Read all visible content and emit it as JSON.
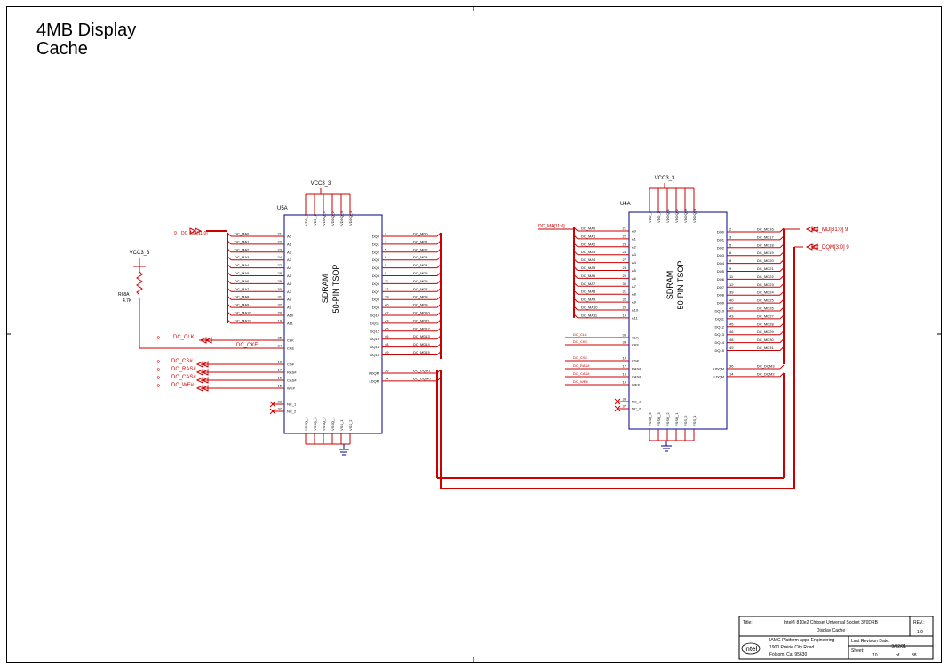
{
  "sheet_title": [
    "4MB Display",
    "Cache"
  ],
  "left_chip": {
    "ref": "U5A",
    "body_label": [
      "SDRAM",
      "50-PIN TSOP"
    ],
    "supply": "VCC3_3",
    "top_pins": [
      "VDD_1",
      "VDD_2",
      "VDDQ_1",
      "VDDQ_2",
      "VDDQ_3",
      "VDDQ_4"
    ],
    "bottom_pins": [
      "VSSQ_4",
      "VSSQ_3",
      "VSSQ_2",
      "VSSQ_1",
      "VSS_1",
      "VSS_2"
    ],
    "addr_bus": "DC_MA[11:0]",
    "addr_pins": [
      {
        "net": "DC_MA0",
        "num": "21",
        "pin": "A0"
      },
      {
        "net": "DC_MA1",
        "num": "22",
        "pin": "A1"
      },
      {
        "net": "DC_MA2",
        "num": "23",
        "pin": "A2"
      },
      {
        "net": "DC_MA3",
        "num": "24",
        "pin": "A3"
      },
      {
        "net": "DC_MA4",
        "num": "27",
        "pin": "A4"
      },
      {
        "net": "DC_MA5",
        "num": "28",
        "pin": "A5"
      },
      {
        "net": "DC_MA6",
        "num": "29",
        "pin": "A6"
      },
      {
        "net": "DC_MA7",
        "num": "30",
        "pin": "A7"
      },
      {
        "net": "DC_MA8",
        "num": "31",
        "pin": "A8"
      },
      {
        "net": "DC_MA9",
        "num": "32",
        "pin": "A9"
      },
      {
        "net": "DC_MA10",
        "num": "20",
        "pin": "A10"
      },
      {
        "net": "DC_MA11",
        "num": "19",
        "pin": "A11"
      }
    ],
    "clk_pins": [
      {
        "net": "DC_CLK",
        "num": "35",
        "pin": "CLK"
      },
      {
        "net": "DC_CKE",
        "num": "34",
        "pin": "CKE"
      }
    ],
    "ctrl_pins": [
      {
        "net": "DC_CS#",
        "num": "18",
        "pin": "CS#"
      },
      {
        "net": "DC_RAS#",
        "num": "17",
        "pin": "RAS#"
      },
      {
        "net": "DC_CAS#",
        "num": "16",
        "pin": "CAS#"
      },
      {
        "net": "DC_WE#",
        "num": "15",
        "pin": "WE#"
      }
    ],
    "nc_pins": [
      {
        "num": "33",
        "pin": "NC_1"
      },
      {
        "num": "37",
        "pin": "NC_2"
      }
    ],
    "data_pins": [
      {
        "pin": "DQ0",
        "num": "2",
        "net": "DC_MD0"
      },
      {
        "pin": "DQ1",
        "num": "3",
        "net": "DC_MD1"
      },
      {
        "pin": "DQ2",
        "num": "5",
        "net": "DC_MD2"
      },
      {
        "pin": "DQ3",
        "num": "6",
        "net": "DC_MD3"
      },
      {
        "pin": "DQ4",
        "num": "8",
        "net": "DC_MD4"
      },
      {
        "pin": "DQ5",
        "num": "9",
        "net": "DC_MD5"
      },
      {
        "pin": "DQ6",
        "num": "11",
        "net": "DC_MD6"
      },
      {
        "pin": "DQ7",
        "num": "12",
        "net": "DC_MD7"
      },
      {
        "pin": "DQ8",
        "num": "39",
        "net": "DC_MD8"
      },
      {
        "pin": "DQ9",
        "num": "40",
        "net": "DC_MD9"
      },
      {
        "pin": "DQ10",
        "num": "42",
        "net": "DC_MD10"
      },
      {
        "pin": "DQ11",
        "num": "43",
        "net": "DC_MD11"
      },
      {
        "pin": "DQ12",
        "num": "45",
        "net": "DC_MD12"
      },
      {
        "pin": "DQ13",
        "num": "46",
        "net": "DC_MD13"
      },
      {
        "pin": "DQ14",
        "num": "48",
        "net": "DC_MD14"
      },
      {
        "pin": "DQ15",
        "num": "49",
        "net": "DC_MD15"
      }
    ],
    "mask_pins": [
      {
        "pin": "UDQM",
        "num": "36",
        "net": "DC_DQM1"
      },
      {
        "pin": "LDQM",
        "num": "14",
        "net": "DC_DQM0"
      }
    ]
  },
  "resistor": {
    "ref": "R68A",
    "value": "4.7K",
    "supply": "VCC3_3"
  },
  "left_sheet_refs": "9",
  "right_chip": {
    "ref": "U4A",
    "body_label": [
      "SDRAM",
      "50-PIN TSOP"
    ],
    "supply": "VCC3_3",
    "top_pins": [
      "VDD_1",
      "VDD_2",
      "VDDQ_1",
      "VDDQ_2",
      "VDDQ_3",
      "VDDQ_4"
    ],
    "bottom_pins": [
      "VSSQ_4",
      "VSSQ_3",
      "VSSQ_2",
      "VSSQ_1",
      "VSS_2",
      "VSS_1"
    ],
    "addr_bus": "DC_MA[11:0]",
    "addr_pins": [
      {
        "net": "DC_MA0",
        "num": "21",
        "pin": "A0"
      },
      {
        "net": "DC_MA1",
        "num": "22",
        "pin": "A1"
      },
      {
        "net": "DC_MA2",
        "num": "23",
        "pin": "A2"
      },
      {
        "net": "DC_MA3",
        "num": "24",
        "pin": "A3"
      },
      {
        "net": "DC_MA4",
        "num": "27",
        "pin": "A4"
      },
      {
        "net": "DC_MA5",
        "num": "28",
        "pin": "A5"
      },
      {
        "net": "DC_MA6",
        "num": "29",
        "pin": "A6"
      },
      {
        "net": "DC_MA7",
        "num": "30",
        "pin": "A7"
      },
      {
        "net": "DC_MA8",
        "num": "31",
        "pin": "A8"
      },
      {
        "net": "DC_MA9",
        "num": "32",
        "pin": "A9"
      },
      {
        "net": "DC_MA10",
        "num": "20",
        "pin": "A10"
      },
      {
        "net": "DC_MA11",
        "num": "19",
        "pin": "A11"
      }
    ],
    "clk_pins": [
      {
        "net": "DC_CLK",
        "num": "35",
        "pin": "CLK"
      },
      {
        "net": "DC_CKE",
        "num": "34",
        "pin": "CKE"
      }
    ],
    "ctrl_pins": [
      {
        "net": "DC_CS#",
        "num": "18",
        "pin": "CS#"
      },
      {
        "net": "DC_RAS#",
        "num": "17",
        "pin": "RAS#"
      },
      {
        "net": "DC_CAS#",
        "num": "16",
        "pin": "CAS#"
      },
      {
        "net": "DC_WE#",
        "num": "15",
        "pin": "WE#"
      }
    ],
    "nc_pins": [
      {
        "num": "33",
        "pin": "NC_1"
      },
      {
        "num": "37",
        "pin": "NC_2"
      }
    ],
    "data_pins": [
      {
        "pin": "DQ0",
        "num": "2",
        "net": "DC_MD16"
      },
      {
        "pin": "DQ1",
        "num": "3",
        "net": "DC_MD17"
      },
      {
        "pin": "DQ2",
        "num": "5",
        "net": "DC_MD18"
      },
      {
        "pin": "DQ3",
        "num": "6",
        "net": "DC_MD19"
      },
      {
        "pin": "DQ4",
        "num": "8",
        "net": "DC_MD20"
      },
      {
        "pin": "DQ5",
        "num": "9",
        "net": "DC_MD21"
      },
      {
        "pin": "DQ6",
        "num": "11",
        "net": "DC_MD22"
      },
      {
        "pin": "DQ7",
        "num": "12",
        "net": "DC_MD23"
      },
      {
        "pin": "DQ8",
        "num": "39",
        "net": "DC_MD24"
      },
      {
        "pin": "DQ9",
        "num": "40",
        "net": "DC_MD25"
      },
      {
        "pin": "DQ10",
        "num": "42",
        "net": "DC_MD26"
      },
      {
        "pin": "DQ11",
        "num": "43",
        "net": "DC_MD27"
      },
      {
        "pin": "DQ12",
        "num": "45",
        "net": "DC_MD28"
      },
      {
        "pin": "DQ13",
        "num": "46",
        "net": "DC_MD29"
      },
      {
        "pin": "DQ14",
        "num": "48",
        "net": "DC_MD30"
      },
      {
        "pin": "DQ15",
        "num": "49",
        "net": "DC_MD31"
      }
    ],
    "mask_pins": [
      {
        "pin": "UDQM",
        "num": "36",
        "net": "DC_DQM3"
      },
      {
        "pin": "LDQM",
        "num": "14",
        "net": "DC_DQM2"
      }
    ]
  },
  "right_offsheet": [
    {
      "label": "DC_MD[31:0]",
      "ref": "9"
    },
    {
      "label": "DC_DQM[3:0]",
      "ref": "9"
    }
  ],
  "title_block": {
    "title_label": "Title:",
    "title_line1": "Intel® 810e2 Chipset Universal Socket 370DRB",
    "title_line2": "Display Cache",
    "rev_label": "REV.:",
    "rev_value": "1.0",
    "company_line1": "IAMG Platform Apps Engineering",
    "company_line2": "1900 Prairie City Road",
    "company_line3": "Folsom, Ca. 95630",
    "logo": "intel",
    "date_label": "Last Revision Date:",
    "date_value": "9/02/01",
    "sheet_label": "Sheet:",
    "sheet_num": "10",
    "of_label": "of",
    "sheet_total": "38"
  },
  "colors": {
    "wire": "#cc0000",
    "body": "#00008b",
    "frame": "#000000",
    "text": "#000000"
  }
}
